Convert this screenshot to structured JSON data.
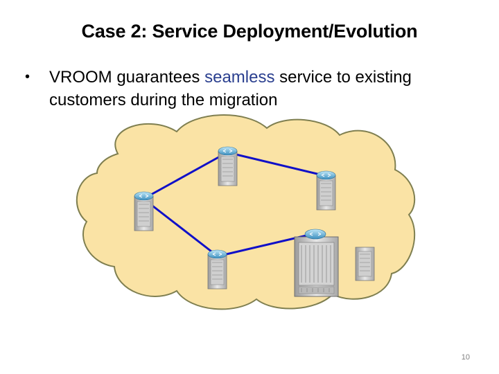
{
  "slide": {
    "title": "Case 2: Service Deployment/Evolution",
    "bullet": {
      "text_before": "VROOM guarantees ",
      "highlight": "seamless",
      "text_after": " service to existing customers during the migration"
    },
    "page_number": "10"
  },
  "diagram": {
    "cloud_color": "#fae3a5",
    "cloud_outline": "#7f7f50",
    "link_color": "#1010c8",
    "icons": [
      "router-icon",
      "router-icon",
      "router-icon",
      "router-icon",
      "router-icon",
      "big-router-icon",
      "router-icon"
    ]
  },
  "colors": {
    "accent": "#2a3f8f"
  }
}
